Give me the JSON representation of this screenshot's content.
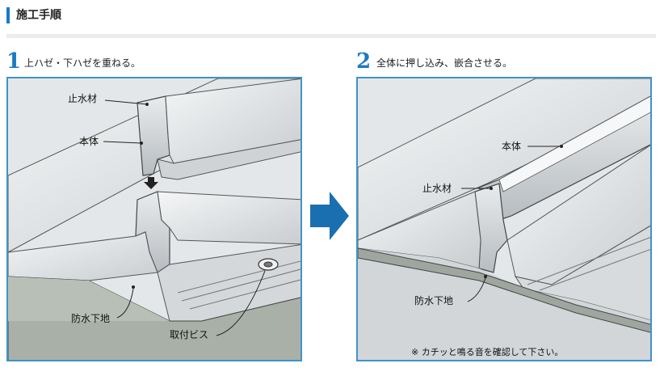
{
  "header": {
    "title": "施工手順"
  },
  "steps": [
    {
      "number": "1",
      "text": "上ハゼ・下ハゼを重ねる。"
    },
    {
      "number": "2",
      "text": "全体に押し込み、嵌合させる。"
    }
  ],
  "panel1": {
    "labels": {
      "stop_water": "止水材",
      "body": "本体",
      "underlay": "防水下地",
      "screw": "取付ビス"
    }
  },
  "panel2": {
    "labels": {
      "body": "本体",
      "stop_water": "止水材",
      "underlay": "防水下地"
    },
    "note": "※ カチッと鳴る音を確認して下さい。"
  },
  "colors": {
    "accent": "#1a7ac4",
    "panel_border": "#3f93c9",
    "arrow": "#1a6fb0"
  }
}
